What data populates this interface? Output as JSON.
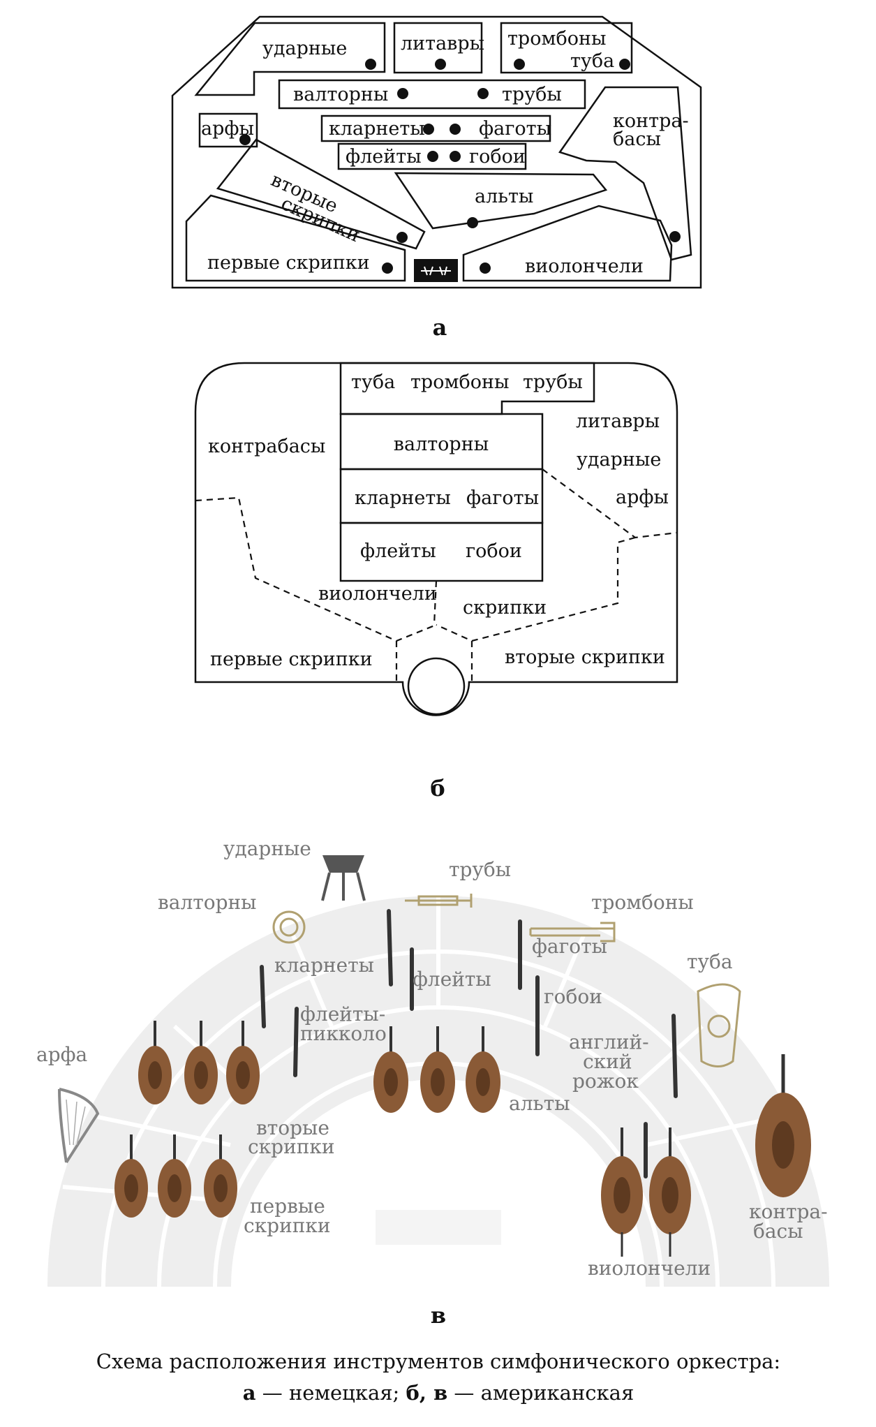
{
  "diagram_a": {
    "label": "а",
    "sections": {
      "percussion": "ударные",
      "timpani": "литавры",
      "trombones": "тромбоны",
      "tuba": "туба",
      "horns": "валторны",
      "trumpets": "трубы",
      "harps": "арфы",
      "clarinets": "кларнеты",
      "bassoons": "фаготы",
      "flutes": "флейты",
      "oboes": "гобои",
      "double_basses": "контра-\nбасы",
      "double_basses_1": "контра-",
      "double_basses_2": "басы",
      "second_violins_1": "вторые",
      "second_violins_2": "скрипки",
      "violas": "альты",
      "first_violins": "первые скрипки",
      "cellos": "виолончели"
    }
  },
  "diagram_b": {
    "label": "б",
    "sections": {
      "tuba": "туба",
      "trombones": "тромбоны",
      "trumpets": "трубы",
      "double_basses": "контрабасы",
      "horns": "валторны",
      "timpani": "литавры",
      "percussion": "ударные",
      "harps": "арфы",
      "clarinets": "кларнеты",
      "bassoons": "фаготы",
      "flutes": "флейты",
      "oboes": "гобои",
      "cellos": "виолончели",
      "violins": "скрипки",
      "first_violins": "первые скрипки",
      "second_violins": "вторые скрипки"
    }
  },
  "diagram_c": {
    "label": "в",
    "sections": {
      "percussion": "ударные",
      "trumpets": "трубы",
      "horns": "валторны",
      "trombones": "тромбоны",
      "clarinets": "кларнеты",
      "bassoons": "фаготы",
      "tuba": "туба",
      "flutes": "флейты",
      "oboes": "гобои",
      "piccolo_1": "флейты-",
      "piccolo_2": "пикколо",
      "english_horn_1": "англий-",
      "english_horn_2": "ский",
      "english_horn_3": "рожок",
      "harp": "арфа",
      "violas": "альты",
      "second_violins_1": "вторые",
      "second_violins_2": "скрипки",
      "first_violins_1": "первые",
      "first_violins_2": "скрипки",
      "double_basses_1": "контра-",
      "double_basses_2": "басы",
      "cellos": "виолончели"
    }
  },
  "caption": {
    "line1": "Схема расположения инструментов симфонического оркестра:",
    "line2_a": "а",
    "line2_a_text": " — немецкая; ",
    "line2_bv": "б, в",
    "line2_bv_text": " — американская"
  }
}
